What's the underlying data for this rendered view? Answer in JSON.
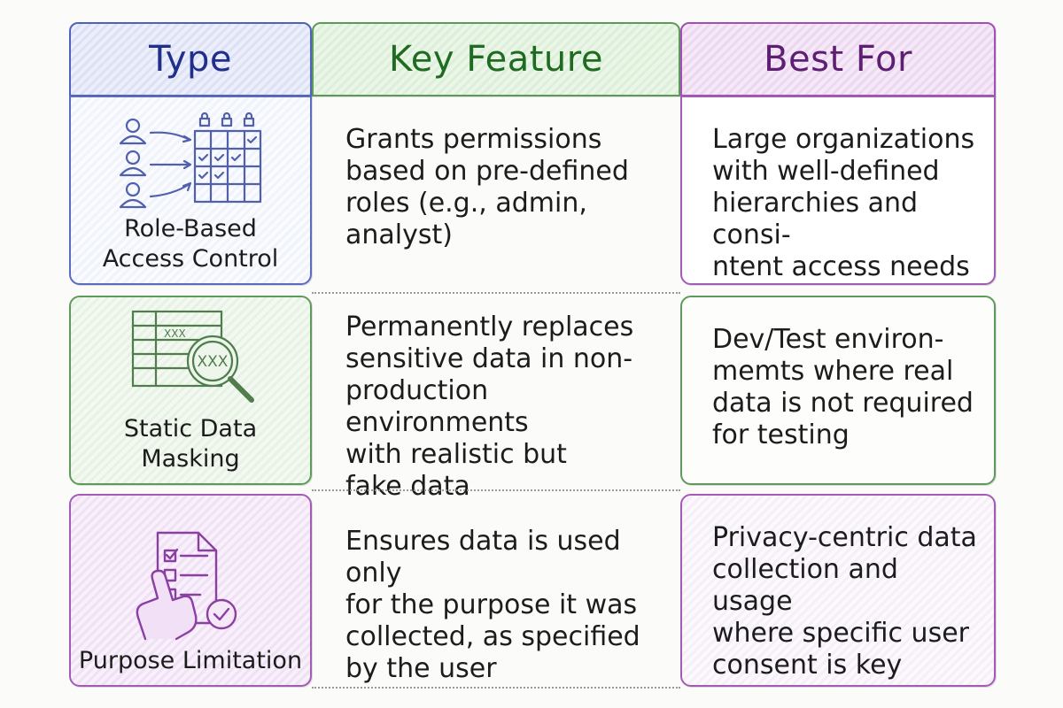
{
  "headers": {
    "type": "Type",
    "key_feature": "Key Feature",
    "best_for": "Best For"
  },
  "rows": [
    {
      "type_label_line1": "Role-Based",
      "type_label_line2": "Access Control",
      "icon": "users-to-permission-grid-icon",
      "feature": [
        "Grants permissions",
        "based on pre-defined",
        "roles (e.g., admin,",
        "analyst)"
      ],
      "best_for": [
        "Large organizations",
        "with well-defined",
        "hierarchies and consi-",
        "ntent access needs"
      ]
    },
    {
      "type_label_line1": "Static Data",
      "type_label_line2": "Masking",
      "icon": "masked-table-magnifier-icon",
      "icon_text_small": "XXX",
      "icon_text_large": "XXX",
      "feature": [
        "Permanently replaces",
        "sensitive data in non-",
        "production environments",
        "with realistic but",
        "fake data"
      ],
      "best_for": [
        "Dev/Test environ-",
        "memts where real",
        "data is not required",
        "for testing"
      ]
    },
    {
      "type_label_line1": "Purpose Limitation",
      "icon": "checklist-hand-icon",
      "feature": [
        "Ensures data is used only",
        "for the purpose it was",
        "collected, as specified",
        "by the user"
      ],
      "best_for": [
        "Privacy-centric data",
        "collection and usage",
        "where specific user",
        "consent is key"
      ]
    }
  ],
  "colors": {
    "blue": "#4e62b8",
    "green": "#5c9a5a",
    "purple": "#a14fb5"
  }
}
